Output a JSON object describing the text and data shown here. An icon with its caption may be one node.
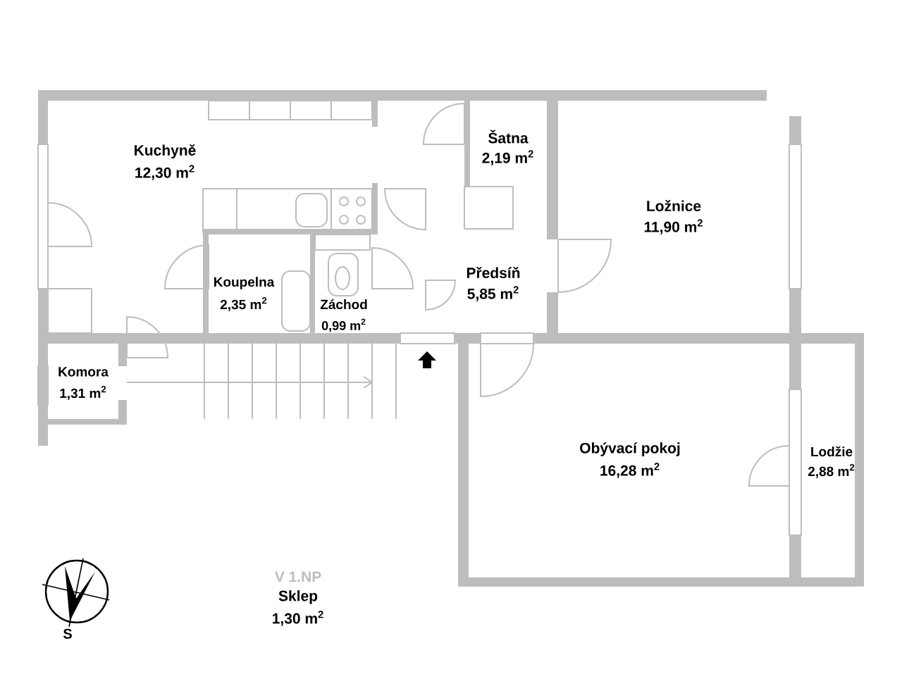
{
  "diagram": {
    "labels": [
      "Kuchyně",
      "12,30 m$^{2}$",
      "Šatna",
      "2,19 m$^{2}$",
      "Ložnice",
      "11,90 m$^{2}$",
      "Koupelna",
      "2,35 m$^{2}$",
      "Předsíň",
      "5,85 m$^{2}$",
      "Záchod",
      "0,99 m$^{2}$",
      "Komora",
      "1,31 m$^{2}$",
      "Obývací pokoj",
      "16,28 m$^{2}$",
      "Lodžie",
      "2,88 m$^{2}$",
      "V 1.NP",
      "Sklep",
      "1,30 m$^{2}$",
      "S"
    ]
  }
}
